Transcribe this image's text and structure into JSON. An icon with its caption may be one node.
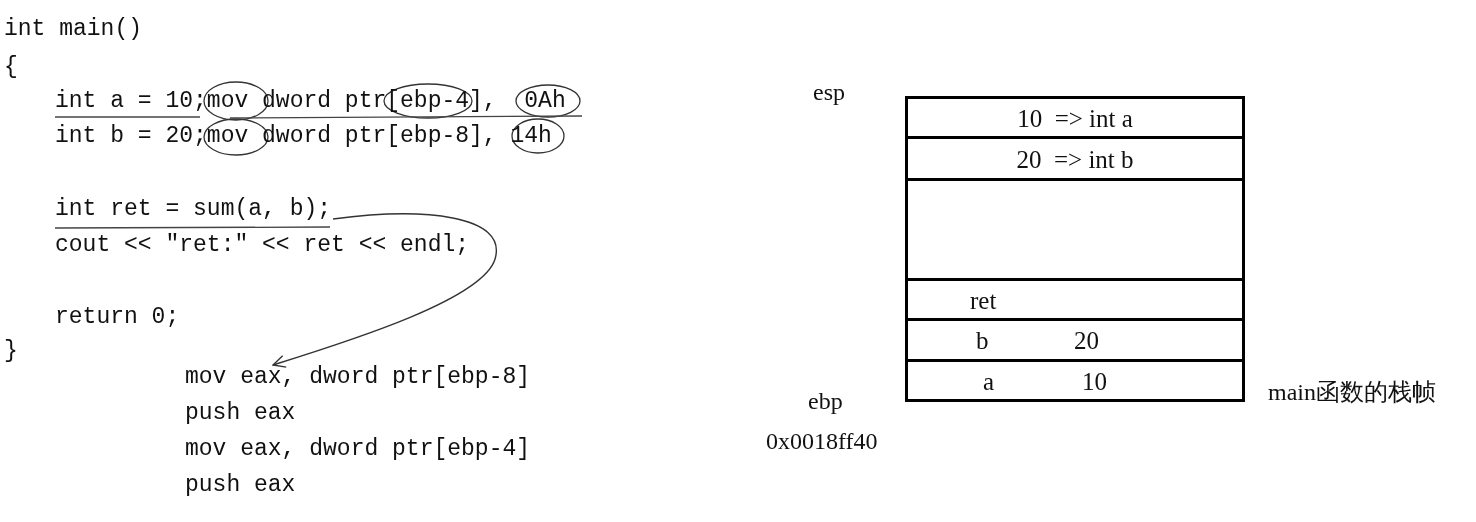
{
  "diagram": {
    "nodes": [
      {
        "text": [
          "int ret = sum(a, b);"
        ]
      },
      {
        "text": [
          "mov eax, dword ptr[ebp-8]",
          "push eax",
          "mov eax, dword ptr[ebp-4]",
          "push eax"
        ]
      },
      {
        "text": [],
        "shape": "box"
      },
      {
        "text": [
          "10  => int a"
        ],
        "in": 2
      },
      {
        "text": [
          "20  => int b"
        ],
        "in": 2
      },
      {
        "text": [],
        "shape": "box",
        "in": 2
      },
      {
        "text": [
          "ret"
        ],
        "in": 2
      },
      {
        "text": [
          "b",
          "20"
        ],
        "in": 2
      },
      {
        "text": [
          "a",
          "10"
        ],
        "in": 2
      }
    ],
    "edges": [
      {
        "from": 0,
        "to": 1,
        "arrow": "to"
      }
    ],
    "labels": [
      "int main()",
      "{",
      "int a = 10;mov dword ptr[ebp-4],  0Ah",
      "int b = 20;mov dword ptr[ebp-8], 14h",
      "cout << \"ret:\" << ret << endl;",
      "return 0;",
      "}",
      "esp",
      "ebp",
      "0x0018ff40",
      "main函数的栈帧"
    ]
  }
}
